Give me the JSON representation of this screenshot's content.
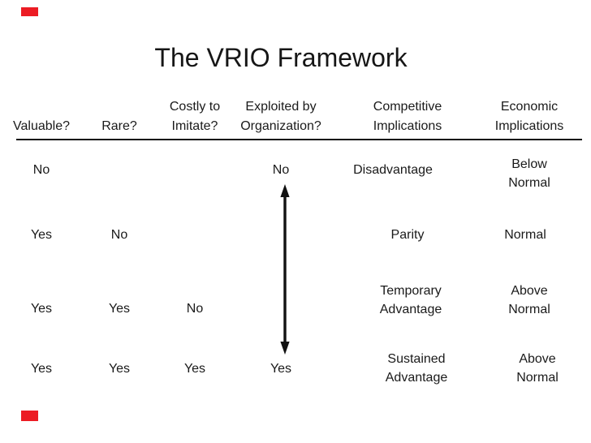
{
  "slide": {
    "title": "The VRIO Framework",
    "accent_color": "#ec1c24",
    "text_color": "#1a1a1a",
    "background_color": "#ffffff"
  },
  "table": {
    "headers": [
      {
        "line1": "",
        "line2": "Valuable?"
      },
      {
        "line1": "",
        "line2": "Rare?"
      },
      {
        "line1": "Costly to",
        "line2": "Imitate?"
      },
      {
        "line1": "Exploited by",
        "line2": "Organization?"
      },
      {
        "line1": "Competitive",
        "line2": "Implications"
      },
      {
        "line1": "Economic",
        "line2": "Implications"
      }
    ],
    "rows": [
      {
        "valuable": "No",
        "rare": "",
        "costly": "",
        "exploited": "No",
        "competitive": [
          "Disadvantage"
        ],
        "economic": [
          "Below",
          "Normal"
        ]
      },
      {
        "valuable": "Yes",
        "rare": "No",
        "costly": "",
        "exploited": "",
        "competitive": [
          "Parity"
        ],
        "economic": [
          "Normal"
        ]
      },
      {
        "valuable": "Yes",
        "rare": "Yes",
        "costly": "No",
        "exploited": "",
        "competitive": [
          "Temporary",
          "Advantage"
        ],
        "economic": [
          "Above",
          "Normal"
        ]
      },
      {
        "valuable": "Yes",
        "rare": "Yes",
        "costly": "Yes",
        "exploited": "Yes",
        "competitive": [
          "Sustained",
          "Advantage"
        ],
        "economic": [
          "Above",
          "Normal"
        ]
      }
    ],
    "arrow": {
      "type": "vertical-double-headed",
      "column": "Exploited by Organization?",
      "color": "#111111"
    }
  }
}
